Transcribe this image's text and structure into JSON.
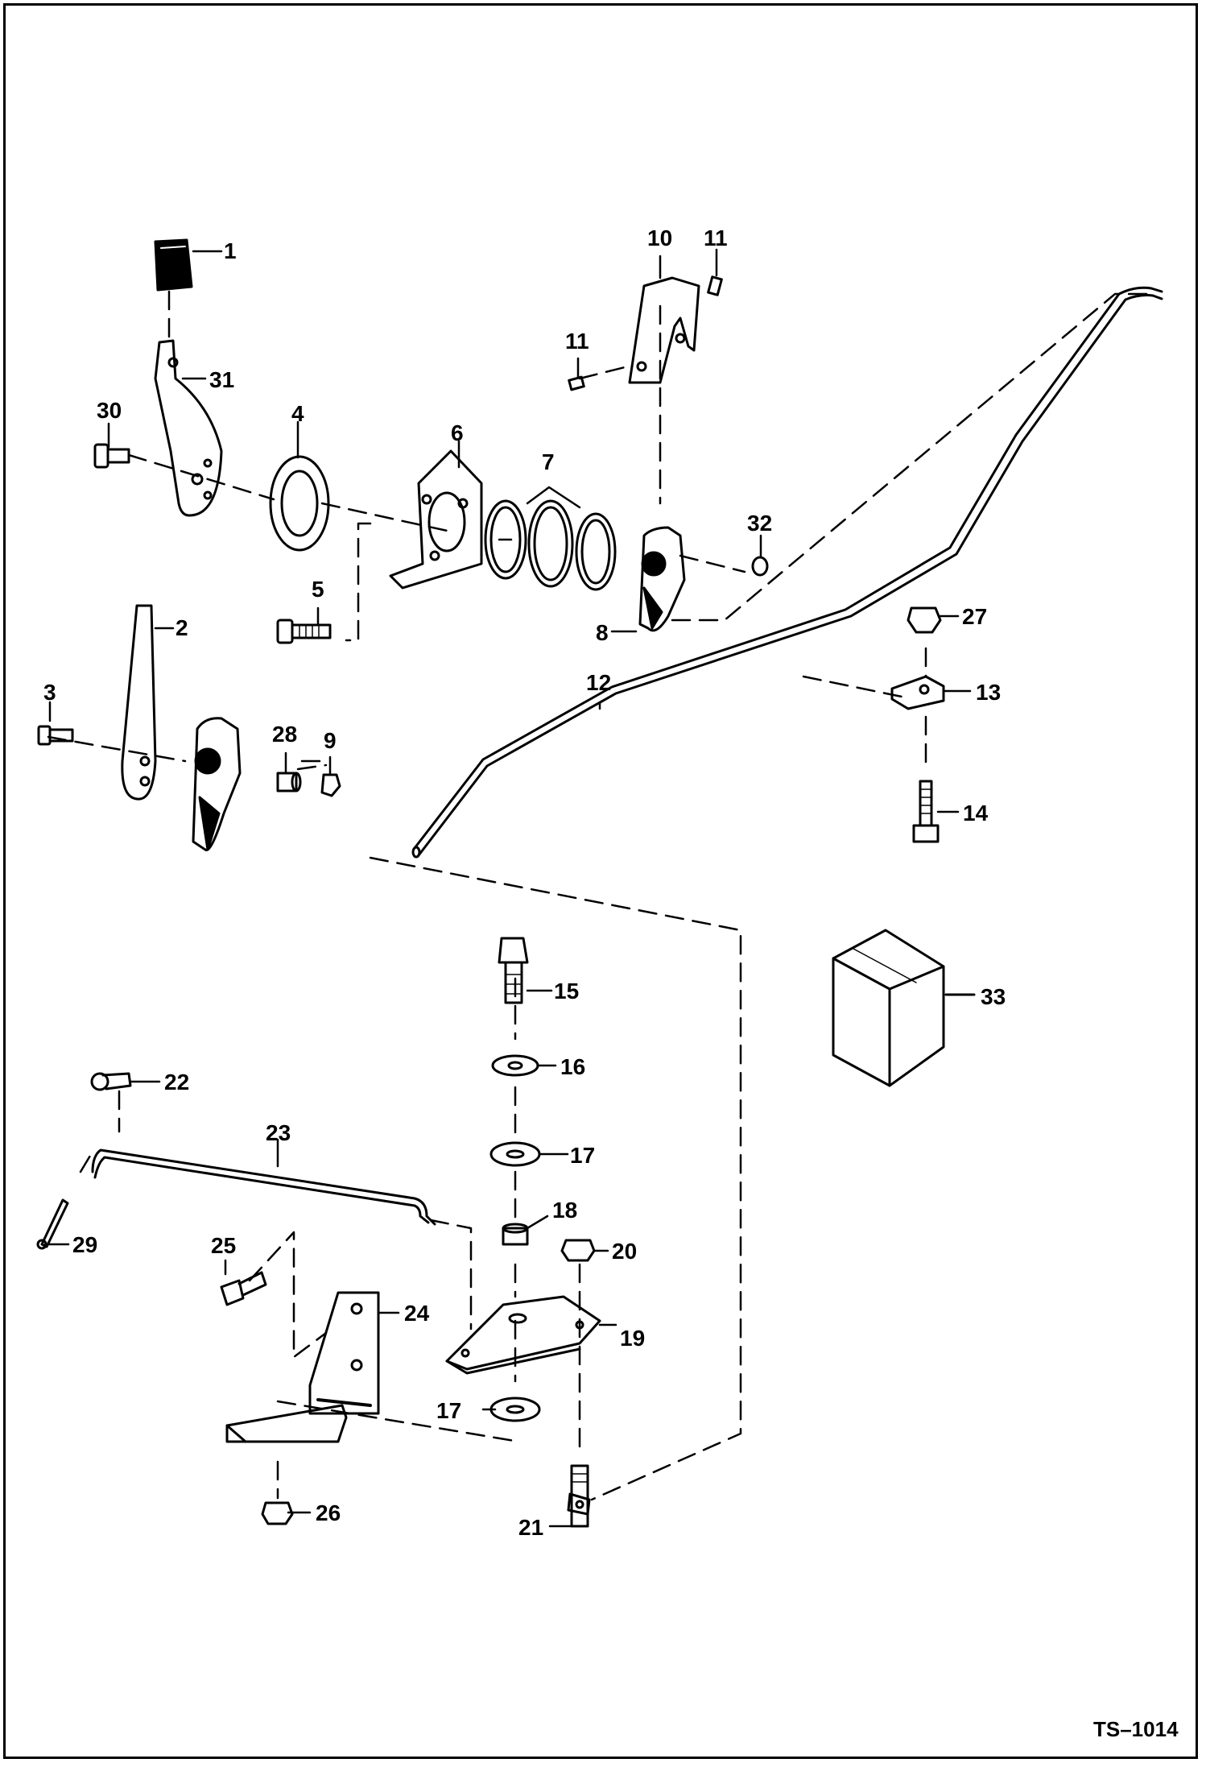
{
  "diagram": {
    "drawing_number": "TS–1014",
    "callouts": [
      {
        "id": "c1",
        "text": "1"
      },
      {
        "id": "c2",
        "text": "2"
      },
      {
        "id": "c3",
        "text": "3"
      },
      {
        "id": "c4",
        "text": "4"
      },
      {
        "id": "c5",
        "text": "5"
      },
      {
        "id": "c6",
        "text": "6"
      },
      {
        "id": "c7",
        "text": "7"
      },
      {
        "id": "c8",
        "text": "8"
      },
      {
        "id": "c9",
        "text": "9"
      },
      {
        "id": "c10",
        "text": "10"
      },
      {
        "id": "c11a",
        "text": "11"
      },
      {
        "id": "c11b",
        "text": "11"
      },
      {
        "id": "c12",
        "text": "12"
      },
      {
        "id": "c13",
        "text": "13"
      },
      {
        "id": "c14",
        "text": "14"
      },
      {
        "id": "c15",
        "text": "15"
      },
      {
        "id": "c16",
        "text": "16"
      },
      {
        "id": "c17a",
        "text": "17"
      },
      {
        "id": "c17b",
        "text": "17"
      },
      {
        "id": "c18",
        "text": "18"
      },
      {
        "id": "c19",
        "text": "19"
      },
      {
        "id": "c20",
        "text": "20"
      },
      {
        "id": "c21",
        "text": "21"
      },
      {
        "id": "c22",
        "text": "22"
      },
      {
        "id": "c23",
        "text": "23"
      },
      {
        "id": "c24",
        "text": "24"
      },
      {
        "id": "c25",
        "text": "25"
      },
      {
        "id": "c26",
        "text": "26"
      },
      {
        "id": "c27",
        "text": "27"
      },
      {
        "id": "c28",
        "text": "28"
      },
      {
        "id": "c29",
        "text": "29"
      },
      {
        "id": "c30",
        "text": "30"
      },
      {
        "id": "c31",
        "text": "31"
      },
      {
        "id": "c32",
        "text": "32"
      },
      {
        "id": "c33",
        "text": "33"
      }
    ]
  }
}
